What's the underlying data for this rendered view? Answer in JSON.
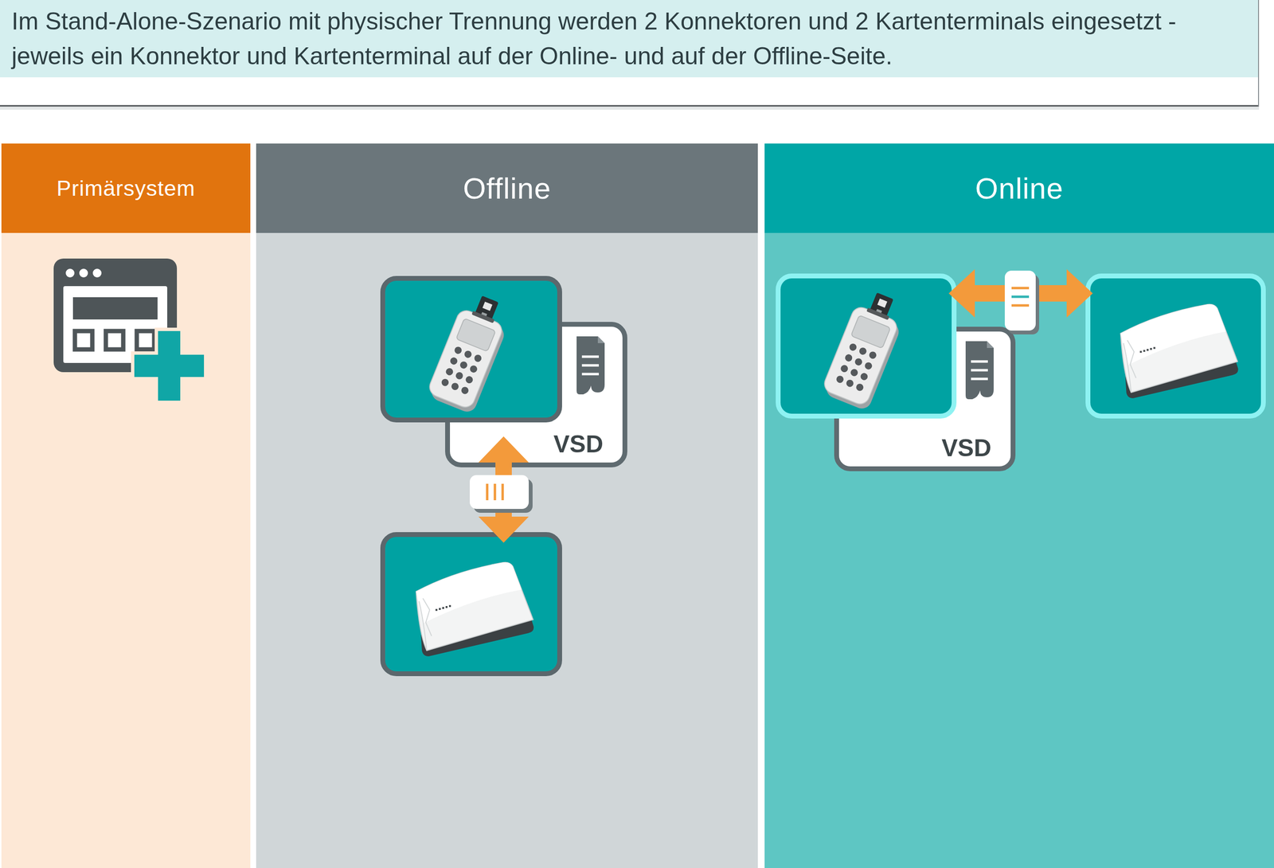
{
  "diagram": {
    "title": "Im Stand-Alone-Szenario mit physischer Trennung werden 2 Konnektoren und 2 Kartenterminals eingesetzt - jeweils ein Konnektor und Kartenterminal auf der Online- und auf der Offline-Seite.",
    "nodes": [
      {
        "text": [
          "Primärsystem"
        ]
      },
      {
        "text": [
          "Offline"
        ]
      },
      {
        "text": [
          "Online"
        ]
      },
      {
        "text": [
          "VSD"
        ],
        "in": 1
      },
      {
        "text": [
          "VSD"
        ],
        "in": 2
      }
    ]
  }
}
